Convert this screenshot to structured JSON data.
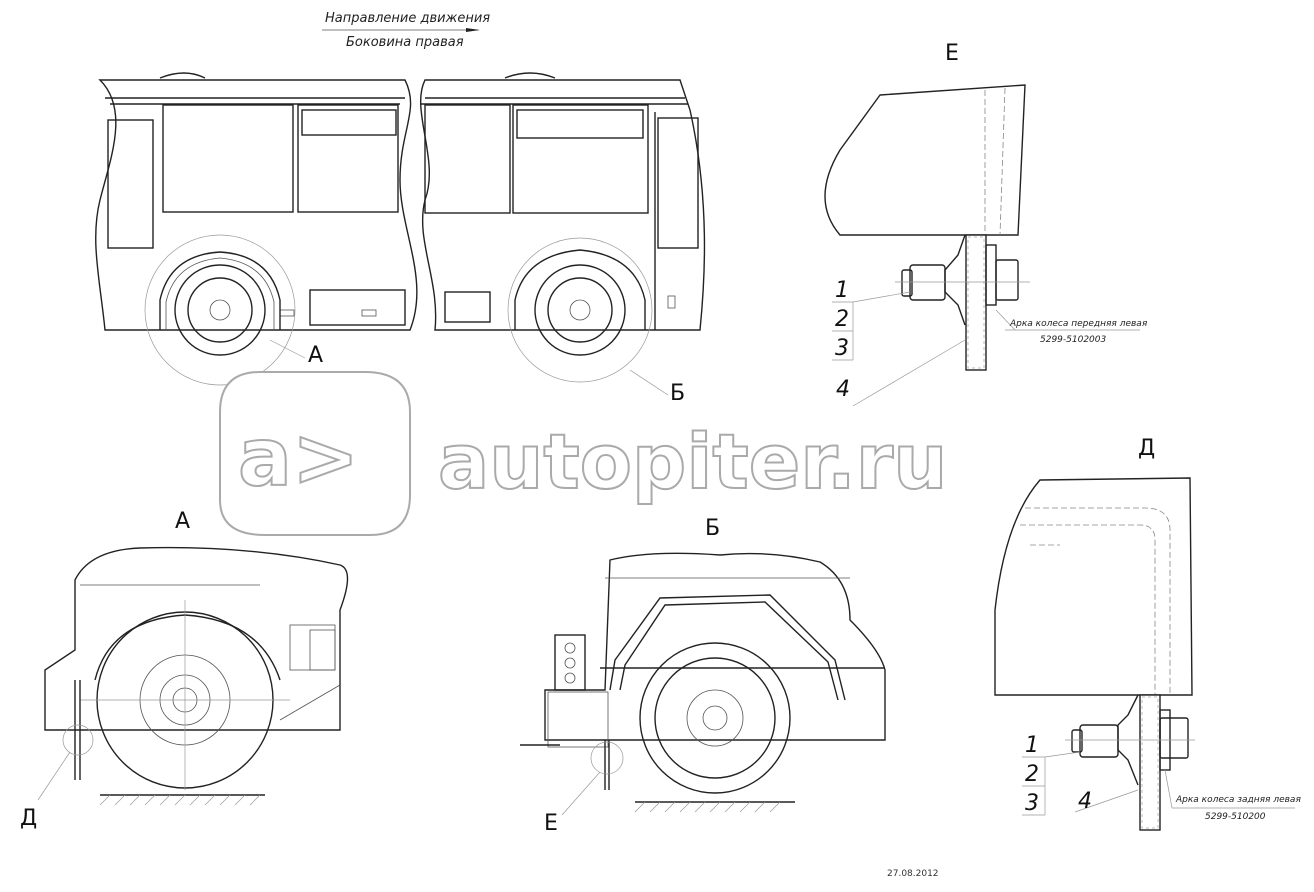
{
  "header": {
    "direction_label": "Направление движения",
    "side_label": "Боковина правая"
  },
  "views": {
    "view_a": "А",
    "view_b": "Б",
    "view_e": "Е",
    "view_d": "Д"
  },
  "callouts": {
    "a": "А",
    "b": "Б",
    "d": "Д",
    "e": "Е"
  },
  "detail_e": {
    "items": [
      "1",
      "2",
      "3",
      "4"
    ],
    "part_name": "Арка колеса передняя левая",
    "part_number": "5299-5102003"
  },
  "detail_d": {
    "items": [
      "1",
      "2",
      "3",
      "4"
    ],
    "part_name": "Арка колеса задняя левая",
    "part_number": "5299-510200"
  },
  "watermark": "autopiter.ru",
  "date": "27.08.2012"
}
